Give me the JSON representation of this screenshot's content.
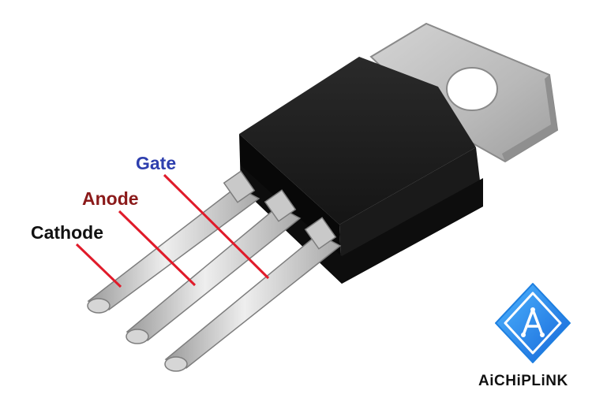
{
  "labels": {
    "gate": "Gate",
    "anode": "Anode",
    "cathode": "Cathode"
  },
  "brand": {
    "name": "AiCHiPLiNK"
  },
  "colors": {
    "gate": "#2e3fae",
    "anode": "#8b1a1a",
    "cathode": "#111111",
    "pointer_line": "#e01b2a",
    "body": "#111111",
    "tab": "#bdbdbd",
    "pin": "#cfcfcf",
    "brand_accent": "#1e7fe0",
    "brand_text": "#111111"
  },
  "icons": {
    "logo": "aichiplink-logo-icon"
  }
}
